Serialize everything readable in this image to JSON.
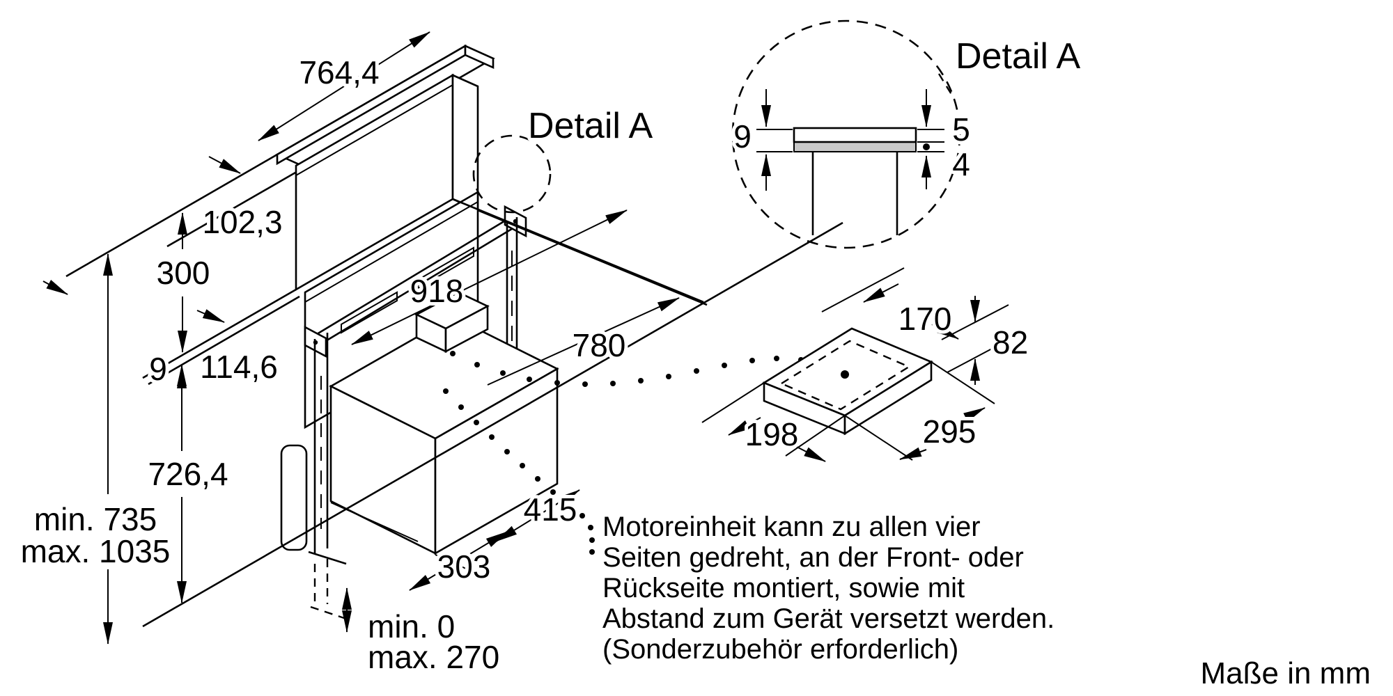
{
  "figure": {
    "units_note": "Maße in mm",
    "colors": {
      "line": "#000000",
      "background": "#ffffff",
      "gray": "#c8c8c8"
    }
  },
  "main_view": {
    "detail_callout": "Detail A",
    "dims": {
      "top_width": "764,4",
      "top_depth": "102,3",
      "height_above_worktop": "300",
      "worktop_thickness": "9",
      "front_offset": "114,6",
      "rail_width": "918",
      "depth": "780",
      "height_below_worktop": "726,4",
      "total_height_min": "min. 735",
      "total_height_max": "max. 1035",
      "motor_offset": "415",
      "motor_width": "303",
      "leg_extension_min": "min. 0",
      "leg_extension_max": "max. 270"
    }
  },
  "detail_view": {
    "title": "Detail A",
    "dims": {
      "total_thickness": "9",
      "panel_above": "5",
      "panel_below": "4"
    }
  },
  "remote_motor_view": {
    "dims": {
      "width": "170",
      "height": "82",
      "depth_front": "198",
      "depth_side": "295"
    }
  },
  "note": {
    "lines": [
      "Motoreinheit kann zu allen vier",
      "Seiten gedreht, an der Front- oder",
      "Rückseite montiert, sowie mit",
      "Abstand zum Gerät versetzt werden.",
      "(Sonderzubehör erforderlich)"
    ]
  }
}
